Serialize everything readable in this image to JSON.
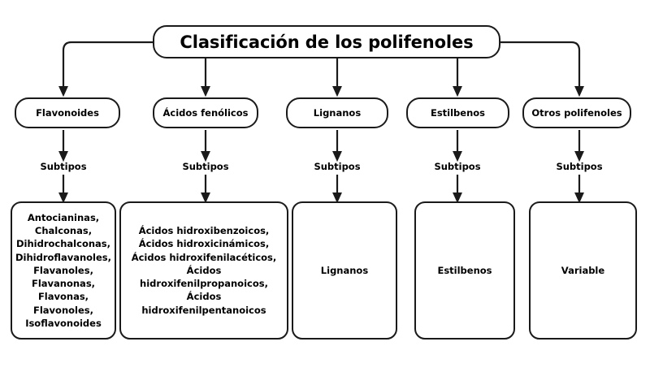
{
  "diagram": {
    "title": "Clasificación de los polifenoles",
    "background_color": "#ffffff",
    "line_color": "#1a1a1a",
    "text_color": "#000000",
    "connector_label": "Subtipos",
    "branches": [
      {
        "category": "Flavonoides",
        "subtipos_label": "Subtipos",
        "details": "Antocianinas,\nChalconas,\nDihidrochalconas,\nDihidroflavanoles,\nFlavanoles,\nFlavanonas,\nFlavonas,\nFlavonoles,\nIsoflavonoides"
      },
      {
        "category": "Ácidos fenólicos",
        "subtipos_label": "Subtipos",
        "details": "Ácidos hidroxibenzoicos,\nÁcidos hidroxicinámicos,\nÁcidos hidroxifenilacéticos,\nÁcidos hidroxifenilpropanoicos,\nÁcidos hidroxifenilpentanoicos"
      },
      {
        "category": "Lignanos",
        "subtipos_label": "Subtipos",
        "details": "Lignanos"
      },
      {
        "category": "Estilbenos",
        "subtipos_label": "Subtipos",
        "details": "Estilbenos"
      },
      {
        "category": "Otros polifenoles",
        "subtipos_label": "Subtipos",
        "details": "Variable"
      }
    ]
  }
}
